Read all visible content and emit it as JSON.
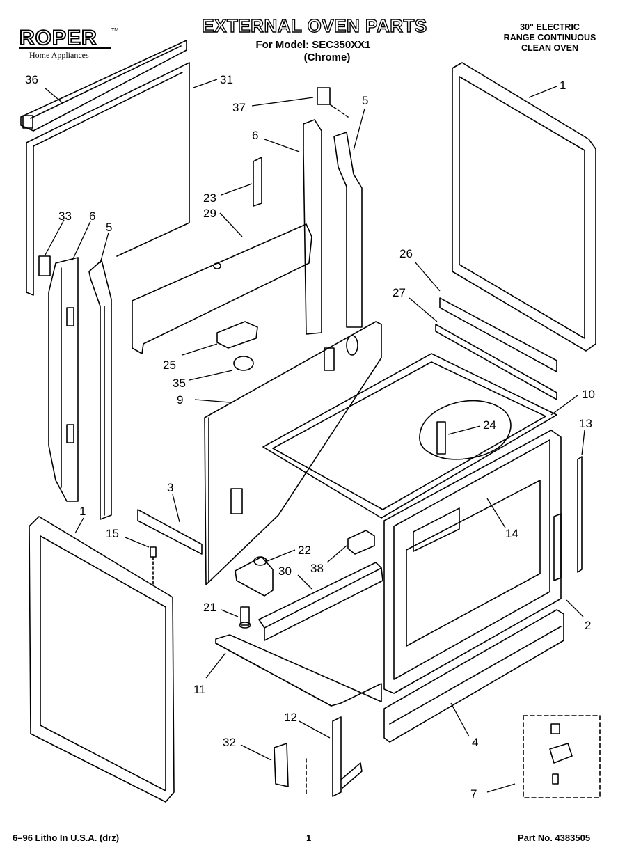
{
  "header": {
    "brand": "ROPER",
    "brand_tm": "TM",
    "brand_sub": "Home Appliances",
    "title": "EXTERNAL OVEN PARTS",
    "model_line": "For Model: SEC350XX1",
    "finish": "(Chrome)",
    "range_line1": "30\" ELECTRIC",
    "range_line2": "RANGE CONTINUOUS",
    "range_line3": "CLEAN OVEN"
  },
  "callouts": [
    "36",
    "31",
    "37",
    "5",
    "1",
    "6",
    "23",
    "29",
    "33",
    "6",
    "5",
    "26",
    "27",
    "10",
    "24",
    "25",
    "35",
    "9",
    "13",
    "3",
    "14",
    "1",
    "15",
    "22",
    "38",
    "30",
    "21",
    "2",
    "11",
    "12",
    "4",
    "32",
    "7"
  ],
  "footer": {
    "left": "6–96 Litho In U.S.A. (drz)",
    "center": "1",
    "right": "Part No. 4383505"
  }
}
